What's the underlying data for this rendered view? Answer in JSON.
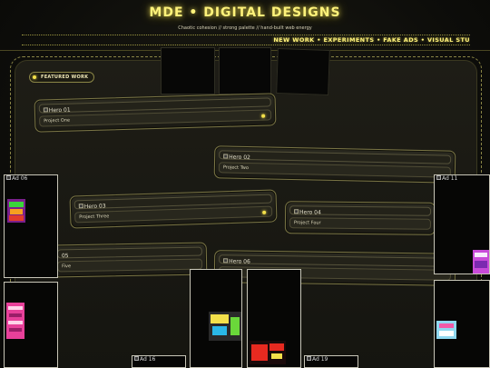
{
  "header": {
    "title": "MDE • DIGITAL DESIGNS",
    "tagline": "Chaotic cohesion // strong palette // hand-built web energy",
    "marquee": "NEW WORK • EXPERIMENTS • FAKE ADS • VISUAL STU"
  },
  "featured": {
    "label": "FEATURED WORK"
  },
  "cards": [
    {
      "hero": "Hero 01",
      "name": "Project One"
    },
    {
      "hero": "Hero 02",
      "name": "Project Two"
    },
    {
      "hero": "Hero 03",
      "name": "Project Three"
    },
    {
      "hero": "Hero 04",
      "name": "Project Four"
    },
    {
      "hero": "05",
      "name": "Five"
    },
    {
      "hero": "Hero 06",
      "name": ""
    }
  ],
  "ads": {
    "ad_06": "Ad 06",
    "ad_11": "Ad 11",
    "ad_16": "Ad 16",
    "ad_19": "Ad 19"
  },
  "colors": {
    "accent": "#fff27a",
    "dot": "#f3e04a",
    "card_border": "#7a7545",
    "background": "#0d0d0a"
  }
}
